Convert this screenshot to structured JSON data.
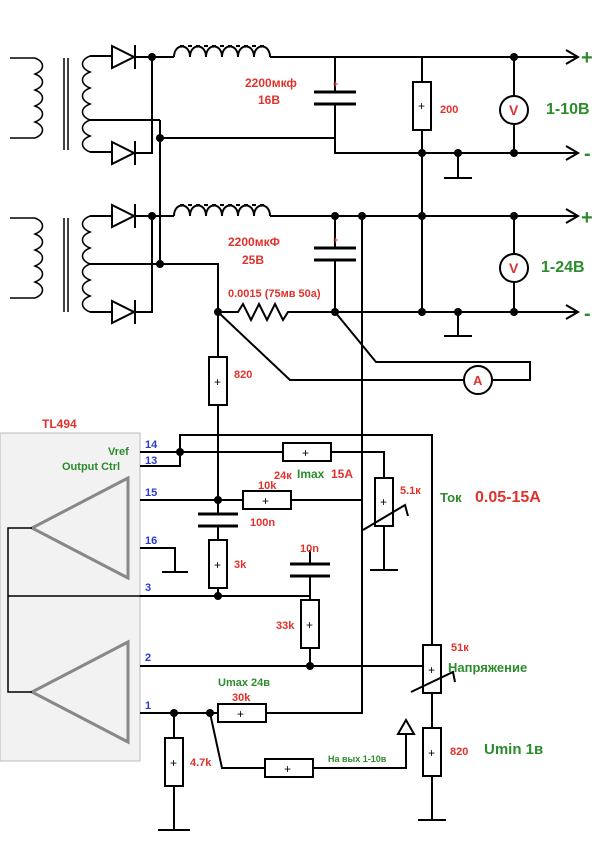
{
  "colors": {
    "red": "#e0322c",
    "green": "#2c8c2c",
    "blue": "#2a3cc8",
    "ic_fill": "#f2f2f2"
  },
  "chip": {
    "name": "TL494",
    "vref": "Vref",
    "output_ctrl": "Output Ctrl"
  },
  "pins": {
    "p14": "14",
    "p13": "13",
    "p15": "15",
    "p16": "16",
    "p3": "3",
    "p2": "2",
    "p1": "1"
  },
  "supply1": {
    "cap": "2200мкф",
    "cap_v": "16В",
    "res": "200",
    "meter": "V",
    "range": "1-10В",
    "plus": "+",
    "minus": "-"
  },
  "supply2": {
    "cap": "2200мкФ",
    "cap_v": "25В",
    "shunt": "0.0015 (75мв 50а)",
    "meter": "V",
    "range": "1-24В",
    "plus": "+",
    "minus": "-"
  },
  "ammeter": "A",
  "components": {
    "r820_top": "820",
    "r24k": "24к",
    "imax": "Imax",
    "imax_val": "15А",
    "r10k": "10k",
    "c100n": "100n",
    "r5_1k": "5.1к",
    "r3k": "3k",
    "c10n": "10n",
    "r33k": "33k",
    "r51k": "51к",
    "umax": "Umax 24в",
    "r30k": "30k",
    "r4_7k": "4.7k",
    "out_note": "На вых 1-10в",
    "r820_bot": "820"
  },
  "labels": {
    "current": "Ток",
    "current_range": "0.05-15А",
    "voltage": "Напряжение",
    "umin": "Umin 1в"
  }
}
